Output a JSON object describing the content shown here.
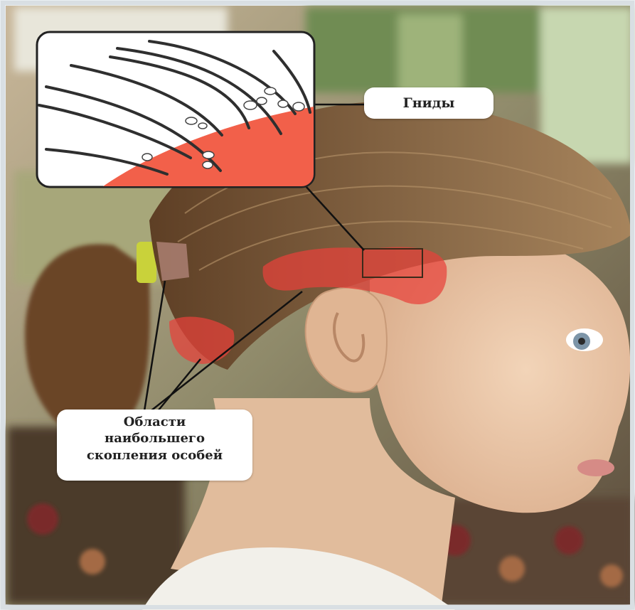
{
  "labels": {
    "nits": "Гниды",
    "areas_line1": "Области",
    "areas_line2": "наибольшего",
    "areas_line3": "скопления особей"
  },
  "colors": {
    "scalp": "#f2604a",
    "highlight": "#e8413a",
    "hair": "#7a5636",
    "skin": "#e9c7a8"
  }
}
